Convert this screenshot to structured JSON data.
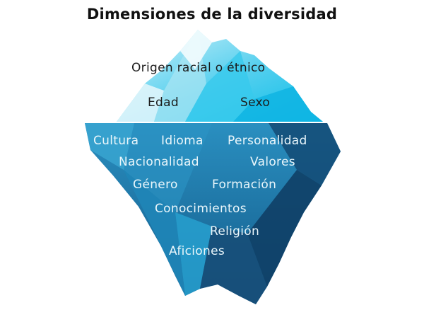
{
  "title": "Dimensiones de la diversidad",
  "above_water": [
    "Origen racial o étnico",
    "Edad",
    "Sexo"
  ],
  "below_water": [
    "Cultura",
    "Idioma",
    "Personalidad",
    "Nacionalidad",
    "Valores",
    "Género",
    "Formación",
    "Conocimientos",
    "Religión",
    "Aficiones"
  ],
  "colors": {
    "ice_light": "#bfeaf5",
    "ice_mid": "#29c6e8",
    "ice_bright": "#0ec3f0",
    "deep": "#1f7fb0",
    "deep_dark": "#0f3f66",
    "below_text": "#e9f6fb",
    "above_text": "#1b1b1b"
  }
}
